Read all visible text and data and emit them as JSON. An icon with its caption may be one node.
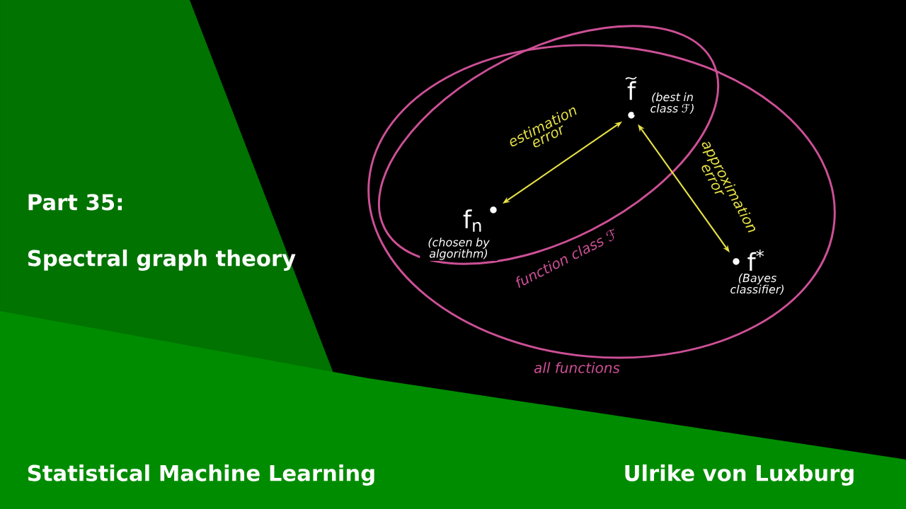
{
  "diagram": {
    "nodes": [
      {
        "text": [
          "all functions"
        ]
      },
      {
        "text": [
          "function class ℱ"
        ],
        "in": 0
      },
      {
        "text": [
          "f",
          "(best in class ℱ)"
        ],
        "in": 1
      },
      {
        "text": [
          "f$_{n}$",
          "(chosen by algorithm)"
        ],
        "in": 1
      },
      {
        "text": [
          "f$^{*}$",
          "(Bayes classifier)"
        ],
        "in": 0
      }
    ],
    "edges": [
      {
        "from": 2,
        "to": 3,
        "arrow": "both",
        "label": "estimation error"
      },
      {
        "from": 2,
        "to": 4,
        "arrow": "both",
        "label": "approximation error"
      }
    ],
    "labels": [
      "Part 35:",
      "Spectral graph theory",
      "Statistical Machine Learning",
      "Ulrike von Luxburg"
    ]
  }
}
